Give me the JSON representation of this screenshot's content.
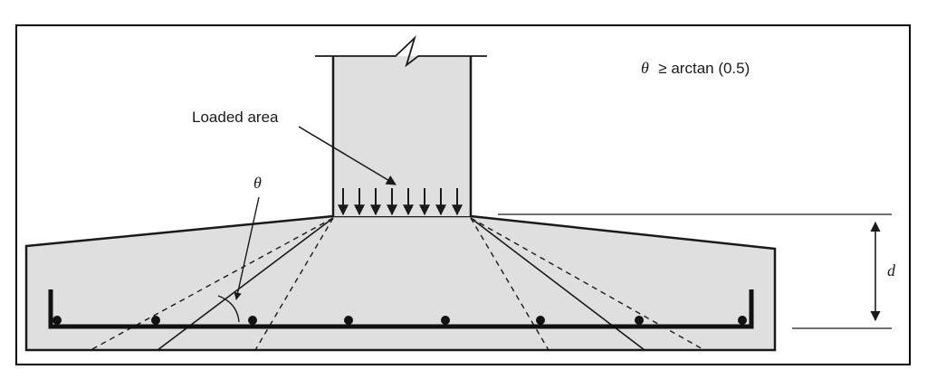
{
  "annotations": {
    "criterion_symbol": "θ",
    "criterion_text": "≥ arctan (0.5)",
    "loaded_area_label": "Loaded area",
    "theta_label": "θ",
    "depth_label": "d"
  },
  "colors": {
    "concrete_fill": "#dfdfdf",
    "line": "#1a1a1a",
    "frame": "#000000"
  }
}
